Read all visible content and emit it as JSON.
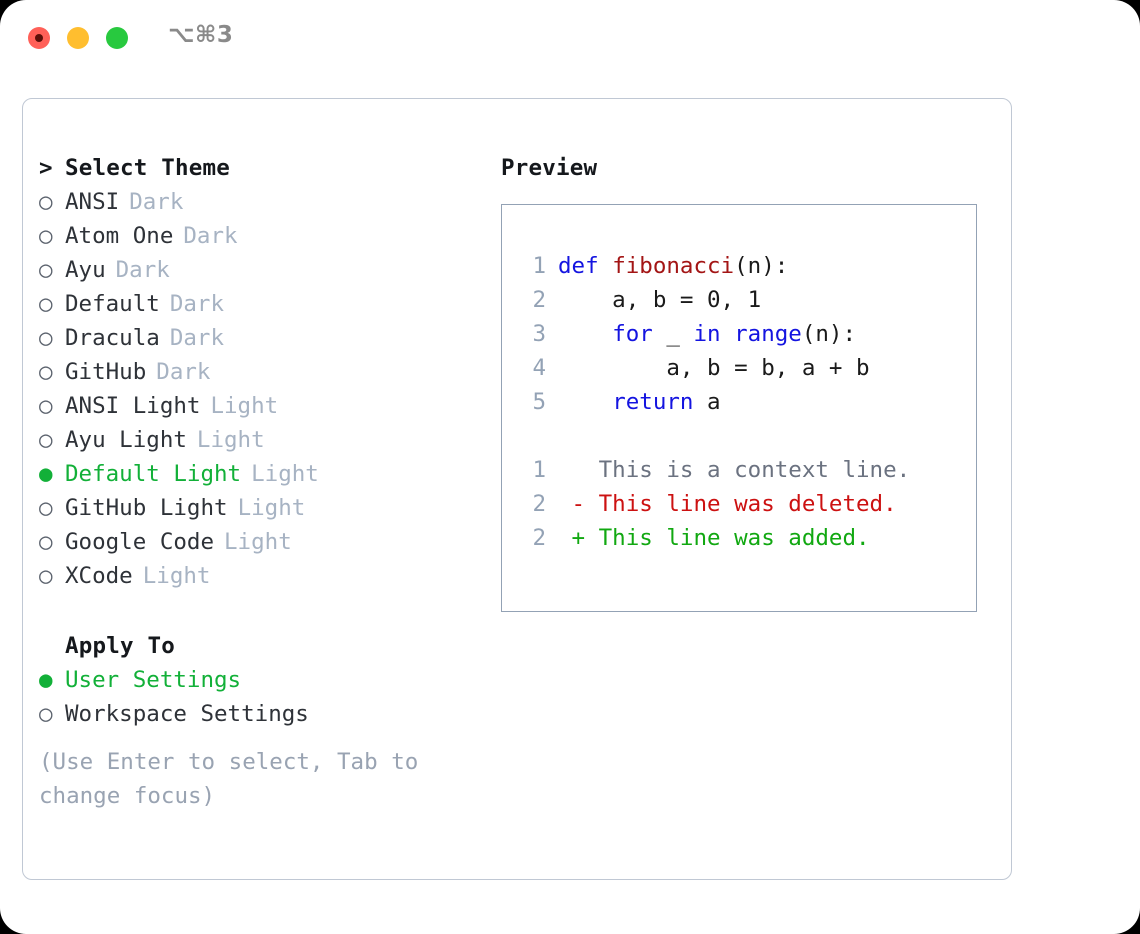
{
  "window": {
    "shortcut": "⌥⌘3",
    "traffic_lights": [
      {
        "name": "close",
        "color": "#ff6058"
      },
      {
        "name": "minimize",
        "color": "#ffbe2f"
      },
      {
        "name": "maximize",
        "color": "#28c93f"
      }
    ]
  },
  "colors": {
    "accent_green": "#12b038",
    "tag_gray": "#a7b3c3",
    "hint_gray": "#99a3b2",
    "panel_border": "#c0c8d4",
    "preview_border": "#93a2b5",
    "keyword_blue": "#1414e0",
    "function_red": "#a31515",
    "diff_delete": "#cc1111",
    "diff_add": "#11a811"
  },
  "theme_list": {
    "heading": "Select Theme",
    "heading_marker": ">",
    "marker_selected": "●",
    "marker_unselected": "○",
    "items": [
      {
        "name": "ANSI",
        "tag": "Dark",
        "selected": false
      },
      {
        "name": "Atom One",
        "tag": "Dark",
        "selected": false
      },
      {
        "name": "Ayu",
        "tag": "Dark",
        "selected": false
      },
      {
        "name": "Default",
        "tag": "Dark",
        "selected": false
      },
      {
        "name": "Dracula",
        "tag": "Dark",
        "selected": false
      },
      {
        "name": "GitHub",
        "tag": "Dark",
        "selected": false
      },
      {
        "name": "ANSI Light",
        "tag": "Light",
        "selected": false
      },
      {
        "name": "Ayu Light",
        "tag": "Light",
        "selected": false
      },
      {
        "name": "Default Light",
        "tag": "Light",
        "selected": true
      },
      {
        "name": "GitHub Light",
        "tag": "Light",
        "selected": false
      },
      {
        "name": "Google Code",
        "tag": "Light",
        "selected": false
      },
      {
        "name": "XCode",
        "tag": "Light",
        "selected": false
      }
    ]
  },
  "apply_to": {
    "heading": "Apply To",
    "items": [
      {
        "name": "User Settings",
        "selected": true
      },
      {
        "name": "Workspace Settings",
        "selected": false
      }
    ]
  },
  "hint": "(Use Enter to select, Tab to change focus)",
  "preview": {
    "title": "Preview",
    "code_lines": [
      {
        "no": "1",
        "tokens": [
          {
            "t": "def ",
            "c": "kw"
          },
          {
            "t": "fibonacci",
            "c": "fn"
          },
          {
            "t": "(n):",
            "c": "plain"
          }
        ]
      },
      {
        "no": "2",
        "tokens": [
          {
            "t": "    a, b = 0, 1",
            "c": "plain"
          }
        ]
      },
      {
        "no": "3",
        "tokens": [
          {
            "t": "    ",
            "c": "plain"
          },
          {
            "t": "for",
            "c": "kw"
          },
          {
            "t": " _ ",
            "c": "plain"
          },
          {
            "t": "in",
            "c": "kw"
          },
          {
            "t": " ",
            "c": "plain"
          },
          {
            "t": "range",
            "c": "kw"
          },
          {
            "t": "(n):",
            "c": "plain"
          }
        ]
      },
      {
        "no": "4",
        "tokens": [
          {
            "t": "        a, b = b, a + b",
            "c": "plain"
          }
        ]
      },
      {
        "no": "5",
        "tokens": [
          {
            "t": "    ",
            "c": "plain"
          },
          {
            "t": "return",
            "c": "kw"
          },
          {
            "t": " a",
            "c": "plain"
          }
        ]
      }
    ],
    "diff_lines": [
      {
        "no": "1",
        "sign": " ",
        "text": "This is a context line.",
        "kind": "ctx"
      },
      {
        "no": "2",
        "sign": "-",
        "text": "This line was deleted.",
        "kind": "del"
      },
      {
        "no": "2",
        "sign": "+",
        "text": "This line was added.",
        "kind": "add"
      }
    ]
  }
}
